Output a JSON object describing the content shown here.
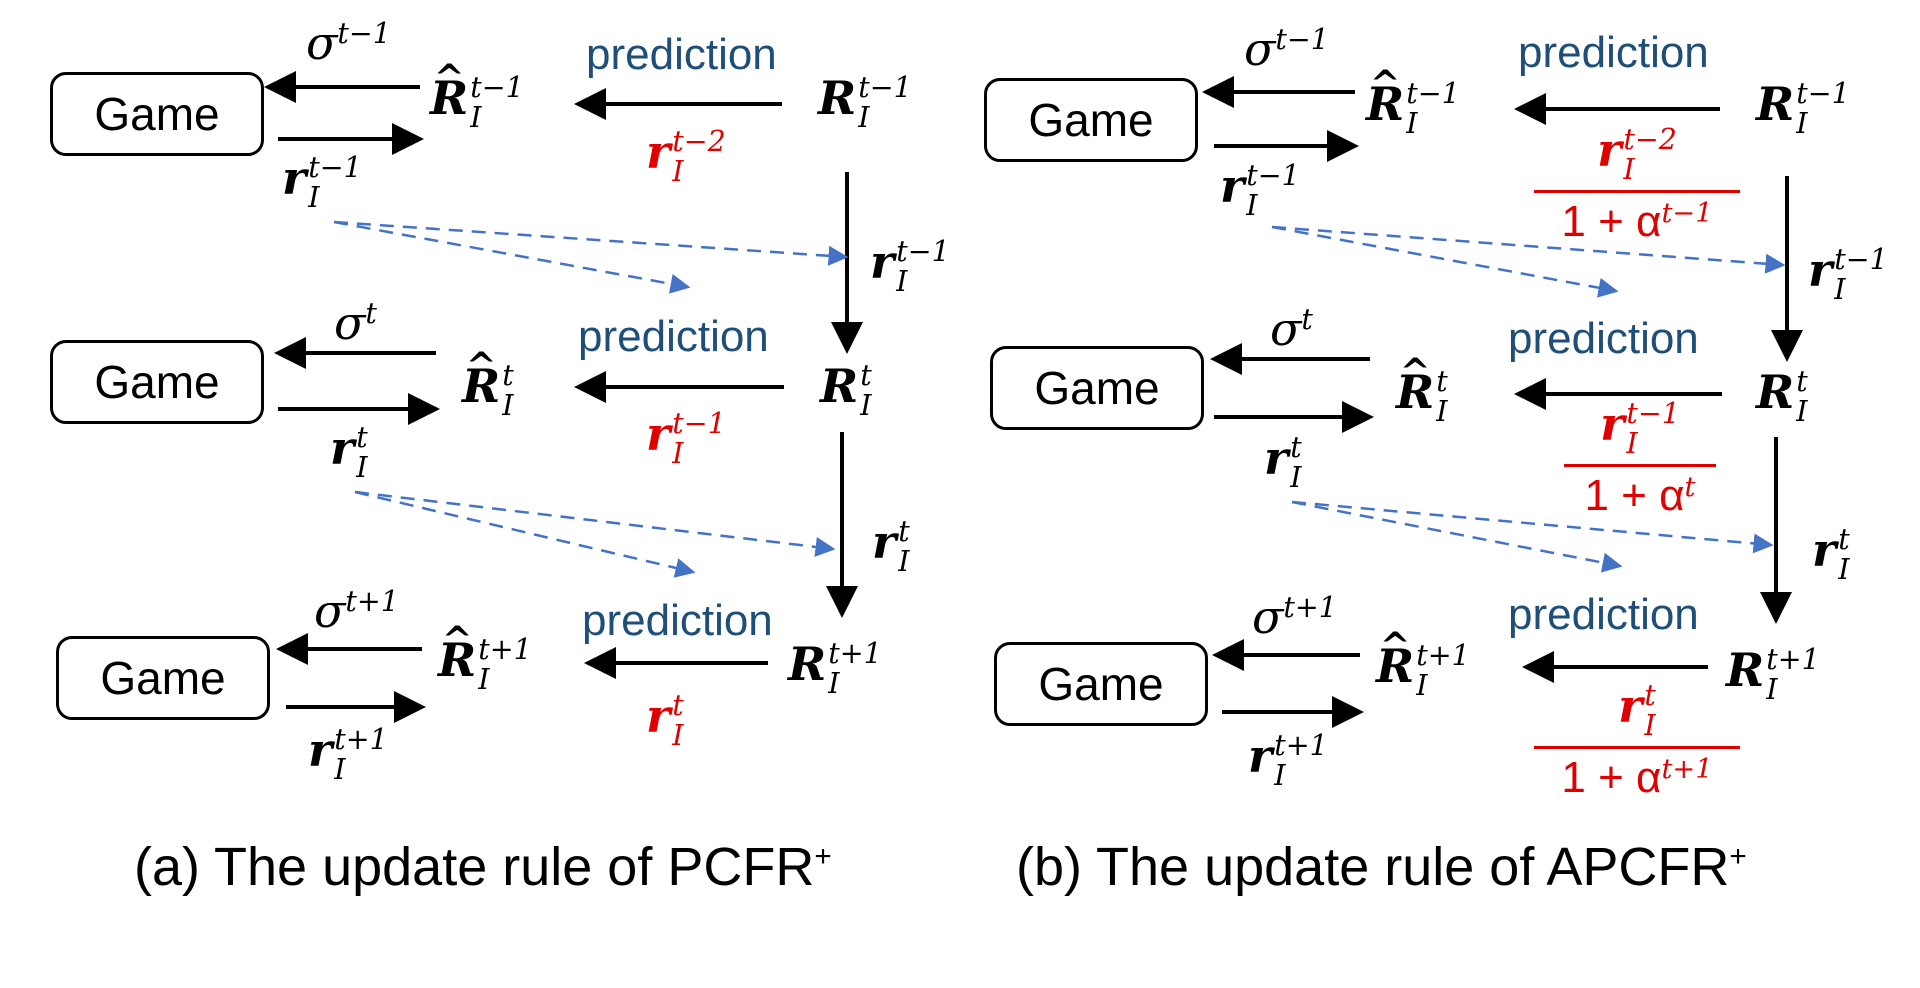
{
  "game_label": "Game",
  "prediction_label": "prediction",
  "captions": {
    "a_text": "(a) The update rule of PCFR",
    "a_sup": "+",
    "b_text": "(b) The update rule of APCFR",
    "b_sup": "+"
  },
  "symbols": {
    "sigma": "σ",
    "R": "R",
    "r": "r",
    "hat": "^",
    "I": "I",
    "t_minus_2": "t−2",
    "t_minus_1": "t−1",
    "t": "t",
    "t_plus_1": "t+1",
    "one_plus_alpha": "1 + α"
  },
  "colors": {
    "arrow": "#000000",
    "dashed": "#4472c4",
    "prediction": "#1f4e79",
    "highlight": "#e00000"
  }
}
